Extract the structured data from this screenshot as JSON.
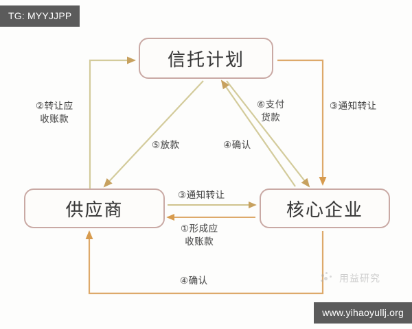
{
  "badges": {
    "top_left": "TG: MYYJJPP",
    "bottom_right": "www.yihaoyullj.org"
  },
  "watermark": {
    "text": "用益研究",
    "icon": "sparkle-logo-icon"
  },
  "diagram": {
    "type": "flow-diagram",
    "nodes": [
      {
        "id": "trust",
        "label": "信托计划"
      },
      {
        "id": "supplier",
        "label": "供应商"
      },
      {
        "id": "core",
        "label": "核心企业"
      }
    ],
    "edges": [
      {
        "id": "e1",
        "step": "①",
        "label": "①形成应\n收账款",
        "from": "core",
        "to": "supplier"
      },
      {
        "id": "e2",
        "step": "②",
        "label": "②转让应\n收账款",
        "from": "supplier",
        "to": "trust"
      },
      {
        "id": "e3r",
        "step": "③",
        "label": "③通知转让",
        "from": "trust",
        "to": "core"
      },
      {
        "id": "e3b",
        "step": "③",
        "label": "③通知转让",
        "from": "supplier",
        "to": "core"
      },
      {
        "id": "e4m",
        "step": "④",
        "label": "④确认",
        "from": "core",
        "to": "trust"
      },
      {
        "id": "e4b",
        "step": "④",
        "label": "④确认",
        "from": "core",
        "to": "supplier"
      },
      {
        "id": "e5",
        "step": "⑤",
        "label": "⑤放款",
        "from": "trust",
        "to": "supplier"
      },
      {
        "id": "e6",
        "step": "⑥",
        "label": "⑥支付\n货款",
        "from": "trust",
        "to": "core"
      }
    ],
    "colors": {
      "node_border": "#c9a9a4",
      "edge_olive": "#c9c093",
      "edge_tan": "#d7a05a",
      "badge_bg": "#5b5b5b",
      "text": "#3a3a3a"
    }
  }
}
